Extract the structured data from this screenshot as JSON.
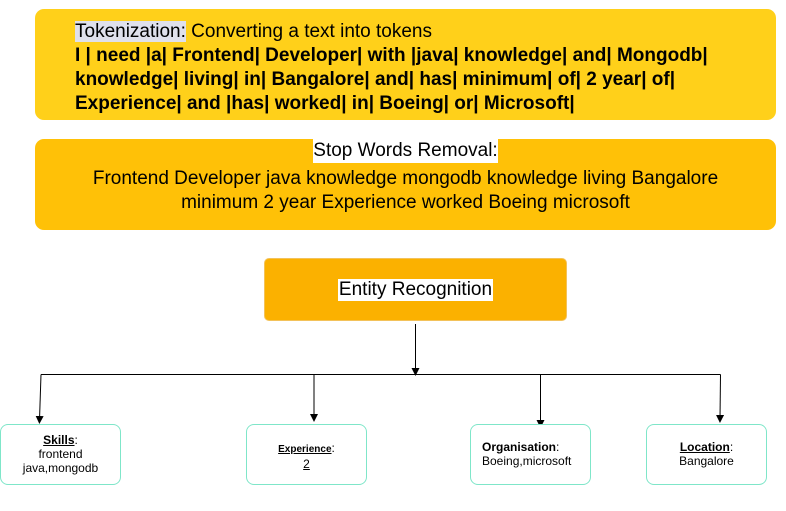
{
  "tokenization": {
    "label": "Tokenization:",
    "description": " Converting a text into tokens",
    "tokens": "I | need |a| Frontend| Developer| with |java| knowledge| and| Mongodb| knowledge| living| in| Bangalore| and| has| minimum| of| 2 year| of| Experience| and |has| worked| in| Boeing| or| Microsoft|"
  },
  "stopwords": {
    "label": "Stop Words Removal:",
    "text": "Frontend Developer java knowledge mongodb knowledge living Bangalore minimum 2 year Experience worked Boeing microsoft"
  },
  "ner": {
    "label": "Entity Recognition"
  },
  "entities": {
    "skills": {
      "key": "Skills",
      "sep": ":",
      "value": "frontend java,mongodb"
    },
    "experience": {
      "key": "Experience",
      "sep": ":",
      "value": "2"
    },
    "organisation": {
      "key": "Organisation",
      "sep": ":",
      "value": "Boeing,microsoft"
    },
    "location": {
      "key": "Location",
      "sep": ":",
      "value": "Bangalore"
    }
  },
  "colors": {
    "tokenization_fill": "#ffd01a",
    "stopwords_fill": "#ffc107",
    "ner_fill": "#fbb100",
    "leaf_border": "#7fe6c9"
  }
}
